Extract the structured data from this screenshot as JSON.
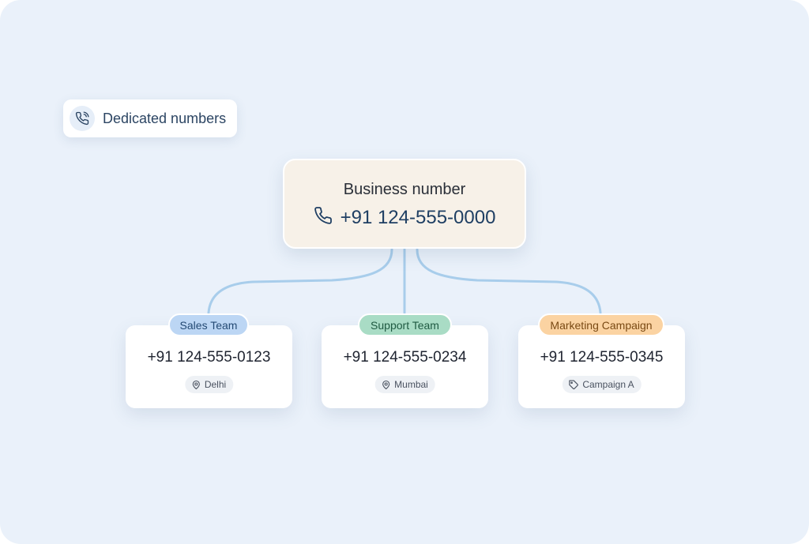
{
  "header_chip": {
    "label": "Dedicated numbers",
    "icon": "phone-call-icon"
  },
  "business": {
    "title": "Business number",
    "number": "+91 124-555-0000",
    "icon": "phone-icon"
  },
  "teams": [
    {
      "tag": "Sales Team",
      "tag_bg": "#bcd6f4",
      "tag_color": "#244a74",
      "number": "+91 124-555-0123",
      "meta": "Delhi",
      "meta_icon": "location-pin-icon"
    },
    {
      "tag": "Support Team",
      "tag_bg": "#a9dcc5",
      "tag_color": "#1f5a42",
      "number": "+91 124-555-0234",
      "meta": "Mumbai",
      "meta_icon": "location-pin-icon"
    },
    {
      "tag": "Marketing Campaign",
      "tag_bg": "#fbd3a2",
      "tag_color": "#7a4a14",
      "number": "+91 124-555-0345",
      "meta": "Campaign A",
      "meta_icon": "tag-icon"
    }
  ],
  "colors": {
    "background": "#eaf1fa",
    "connector": "#a8cdeb",
    "business_card": "#f7f1e8"
  }
}
